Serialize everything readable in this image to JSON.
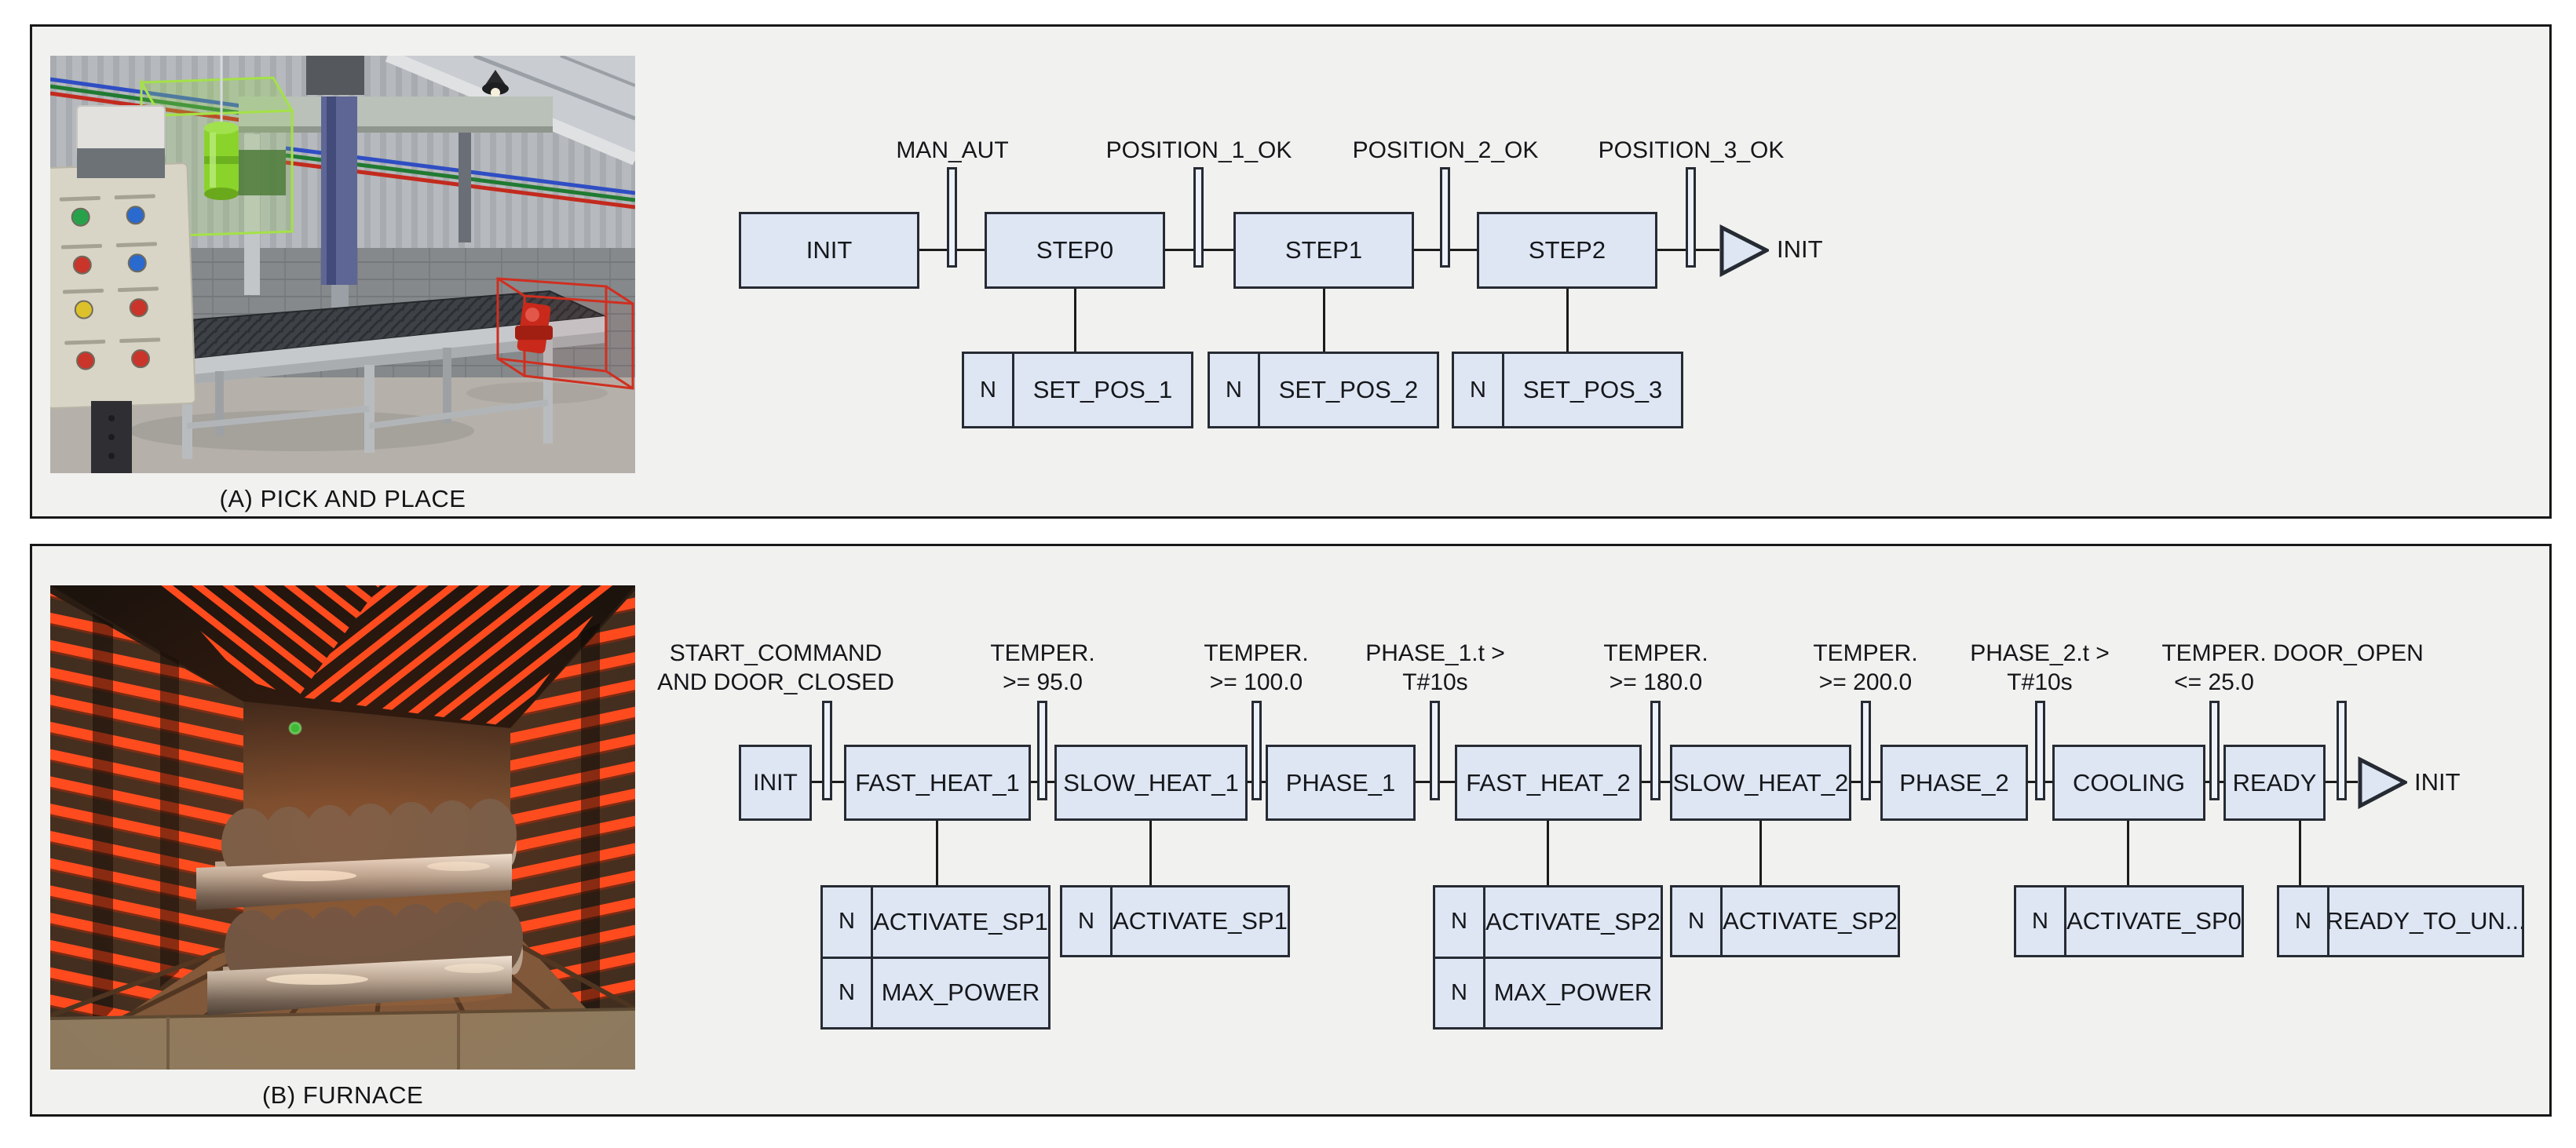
{
  "colors": {
    "panel_bg": "#f1f1f0",
    "box_fill": "#dee6f4",
    "bar_fill": "#edf1f9",
    "line": "#1b1b1b",
    "heater_red": "#ff4a1e",
    "wireframe_green": "#a4e148",
    "wireframe_red": "#cf2f20",
    "indicator_green": "#2ec03a"
  },
  "panel_a": {
    "caption": "(A) PICK AND PLACE",
    "steps": [
      "INIT",
      "STEP0",
      "STEP1",
      "STEP2"
    ],
    "transitions": [
      "MAN_AUT",
      "POSITION_1_OK",
      "POSITION_2_OK",
      "POSITION_3_OK"
    ],
    "jump_target": "INIT",
    "actions": [
      {
        "qualifier": "N",
        "label": "SET_POS_1"
      },
      {
        "qualifier": "N",
        "label": "SET_POS_2"
      },
      {
        "qualifier": "N",
        "label": "SET_POS_3"
      }
    ]
  },
  "panel_b": {
    "caption": "(B) FURNACE",
    "steps": [
      "INIT",
      "FAST_HEAT_1",
      "SLOW_HEAT_1",
      "PHASE_1",
      "FAST_HEAT_2",
      "SLOW_HEAT_2",
      "PHASE_2",
      "COOLING",
      "READY"
    ],
    "transitions": [
      {
        "line1": "START_COMMAND",
        "line2": "AND DOOR_CLOSED"
      },
      {
        "line1": "TEMPER.",
        "line2": ">= 95.0"
      },
      {
        "line1": "TEMPER.",
        "line2": ">= 100.0"
      },
      {
        "line1": "PHASE_1.t >",
        "line2": "T#10s"
      },
      {
        "line1": "TEMPER.",
        "line2": ">= 180.0"
      },
      {
        "line1": "TEMPER.",
        "line2": ">= 200.0"
      },
      {
        "line1": "PHASE_2.t >",
        "line2": "T#10s"
      },
      {
        "line1": "TEMPER.",
        "line2": "<= 25.0"
      },
      {
        "line1": "",
        "line2": "DOOR_OPEN"
      }
    ],
    "jump_target": "INIT",
    "actions": [
      {
        "qualifier": "N",
        "label": "ACTIVATE_SP1"
      },
      {
        "qualifier": "N",
        "label": "MAX_POWER"
      },
      {
        "qualifier": "N",
        "label": "ACTIVATE_SP1"
      },
      {
        "qualifier": "N",
        "label": "ACTIVATE_SP2"
      },
      {
        "qualifier": "N",
        "label": "MAX_POWER"
      },
      {
        "qualifier": "N",
        "label": "ACTIVATE_SP2"
      },
      {
        "qualifier": "N",
        "label": "ACTIVATE_SP0"
      },
      {
        "qualifier": "N",
        "label": "READY_TO_UN..."
      }
    ]
  }
}
